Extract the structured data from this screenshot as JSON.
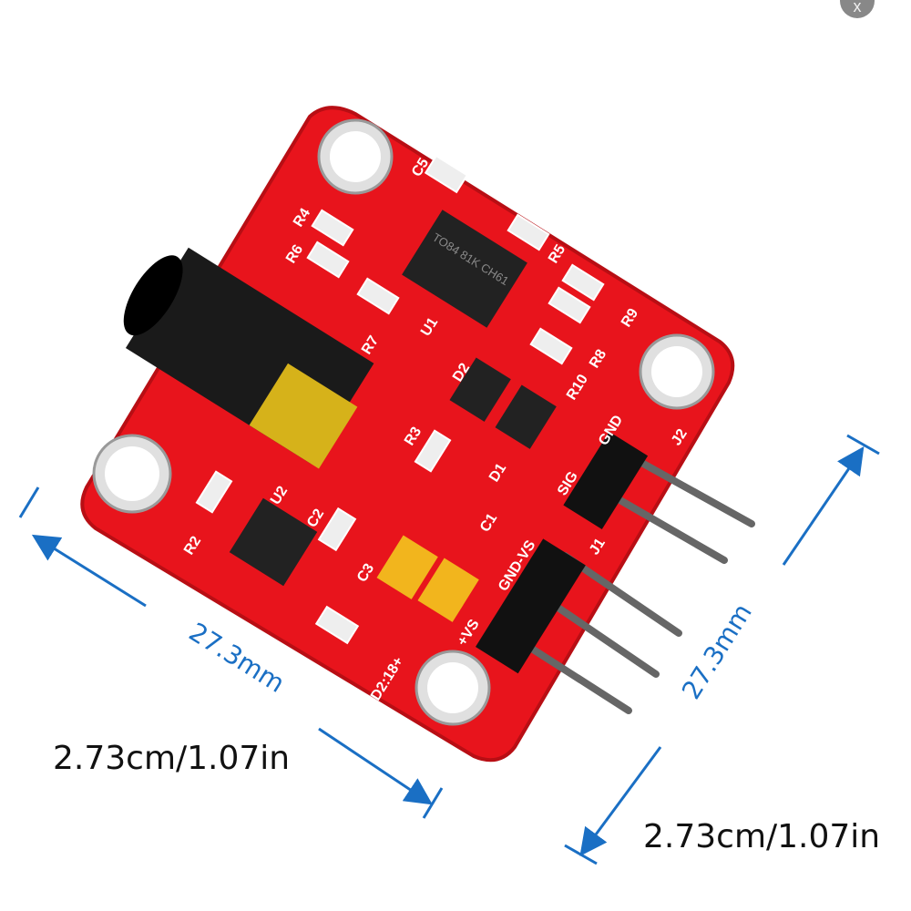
{
  "close_button": {
    "label": "x",
    "icon": "close-icon"
  },
  "board": {
    "color": "#e8141c",
    "silkscreen": [
      "C5",
      "R4",
      "R6",
      "R7",
      "U1",
      "R5",
      "R9",
      "R8",
      "R10",
      "D2",
      "D1",
      "R3",
      "C1",
      "U2",
      "C2",
      "C3",
      "R2",
      "J1",
      "J2",
      "SIG",
      "GND",
      "GND-VS",
      "+VS",
      "D2:18+"
    ],
    "chip_text": "TO84 81K CH61"
  },
  "dimensions": {
    "width_label": "27.3mm",
    "height_label": "27.3mm",
    "width_caption": "2.73cm/1.07in",
    "height_caption": "2.73cm/1.07in",
    "arrow_color": "#1a6fc4"
  }
}
